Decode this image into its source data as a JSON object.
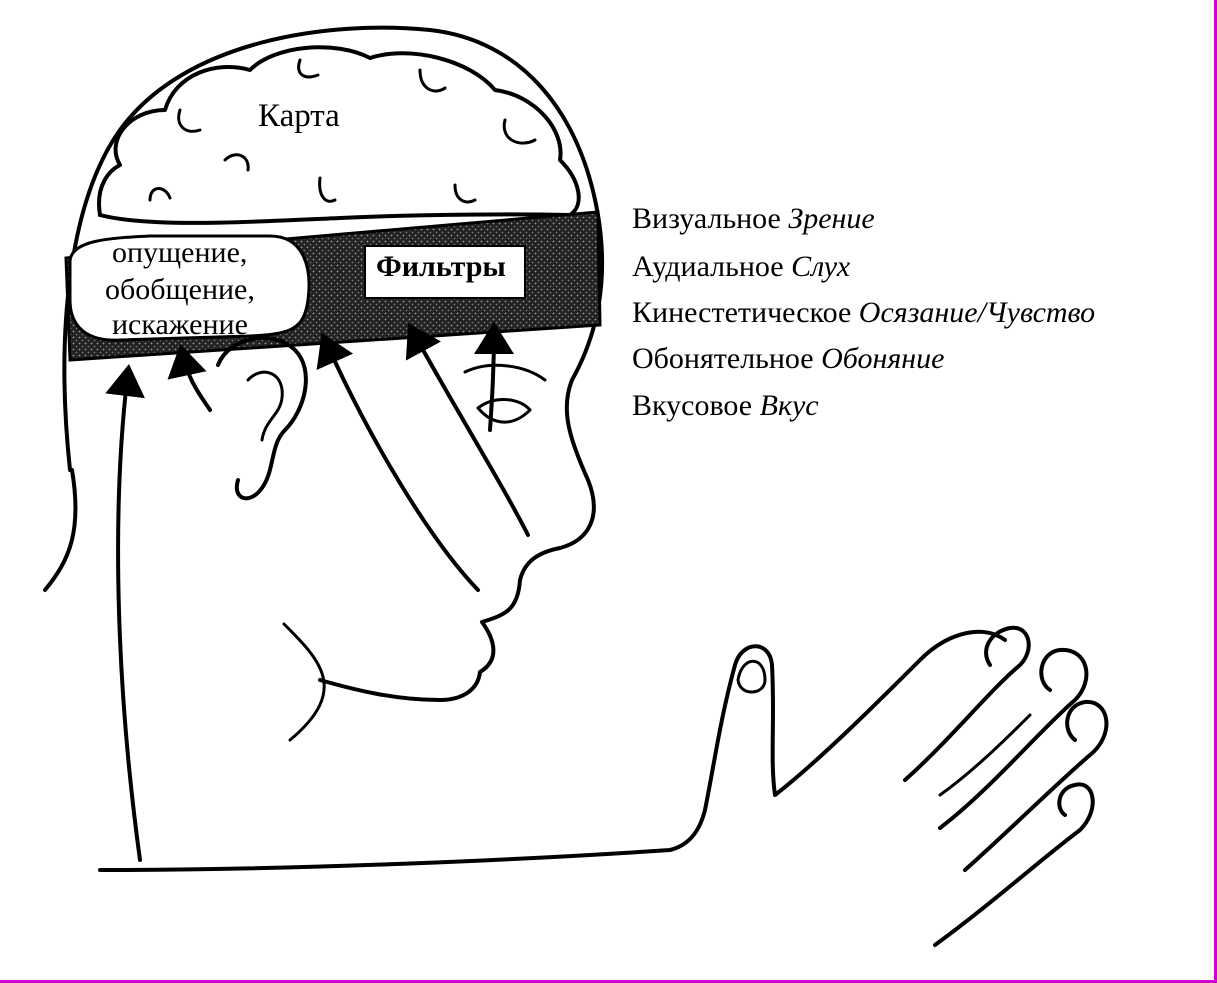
{
  "labels": {
    "map": "Карта",
    "filters": "Фильтры",
    "processes": [
      "опущение,",
      "обобщение,",
      "искажение"
    ]
  },
  "senses": [
    {
      "type": "Визуальное",
      "name": "Зрение"
    },
    {
      "type": "Аудиальное",
      "name": "Слух"
    },
    {
      "type": "Кинестетическое",
      "name": "Осязание/Чувство"
    },
    {
      "type": "Обонятельное",
      "name": "Обоняние"
    },
    {
      "type": "Вкусовое",
      "name": "Вкус"
    }
  ],
  "colors": {
    "ink": "#000000",
    "frame": "#d000d0",
    "band": "#333333"
  }
}
